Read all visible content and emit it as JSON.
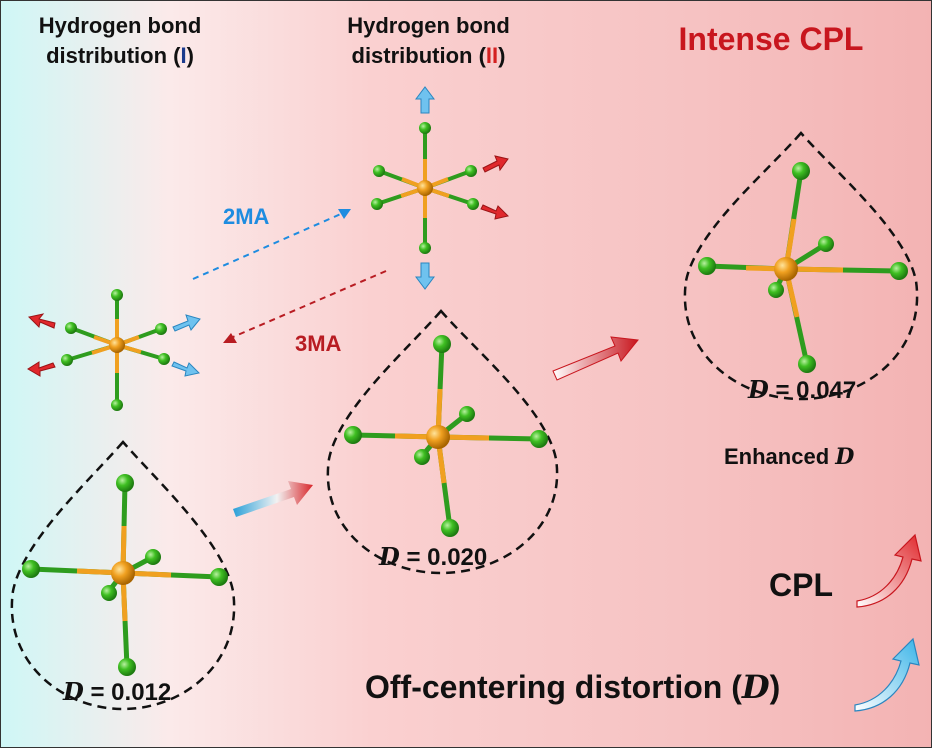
{
  "headings": {
    "hb1_line1": "Hydrogen bond",
    "hb1_line2_prefix": "distribution (",
    "hb1_roman": "I",
    "hb1_suffix": ")",
    "hb2_line1": "Hydrogen bond",
    "hb2_line2_prefix": "distribution (",
    "hb2_roman": "II",
    "hb2_suffix": ")",
    "title": "Intense CPL"
  },
  "arrow_labels": {
    "to_ii": "2MA",
    "to_i": "3MA"
  },
  "distortion": {
    "symbol": "D",
    "eq": " = ",
    "values": [
      "0.012",
      "0.020",
      "0.047"
    ],
    "enhanced_label": "Enhanced "
  },
  "legend": {
    "cpl": "CPL",
    "distortion_label_prefix": "Off-centering distortion (",
    "distortion_label_suffix": ")"
  },
  "colors": {
    "metal": "#f0a020",
    "ligand": "#3fbf22",
    "bond_green": "#2e9c1e",
    "bond_orange": "#f0a020",
    "arrow_blue": "#6fc2ef",
    "arrow_red": "#e0282c",
    "title_red": "#c8161e"
  }
}
